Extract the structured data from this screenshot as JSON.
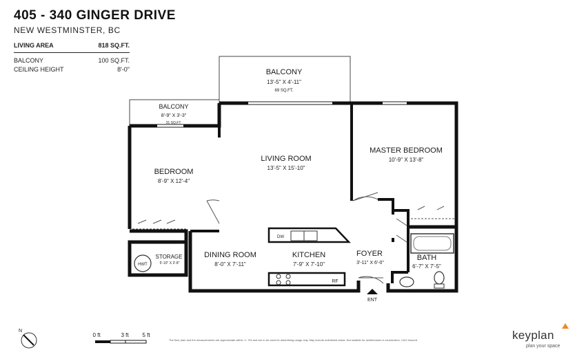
{
  "header": {
    "title": "405 - 340 GINGER DRIVE",
    "subtitle": "NEW WESTMINSTER, BC"
  },
  "areas": {
    "living_label": "LIVING AREA",
    "living_value": "818 SQ.FT.",
    "balcony_label": "BALCONY",
    "balcony_value": "100 SQ.FT.",
    "ceiling_label": "CEILING HEIGHT",
    "ceiling_value": "8'-0\""
  },
  "rooms": {
    "balcony_main": {
      "name": "BALCONY",
      "dims": "13'-5\"  X  4'-11\"",
      "area": "69 SQ.FT."
    },
    "balcony_small": {
      "name": "BALCONY",
      "dims": "8'-9\"  X  3'-3\"",
      "area": "31 SQ.FT."
    },
    "living": {
      "name": "LIVING ROOM",
      "dims": "13'-5\"  X  15'-10\""
    },
    "master": {
      "name": "MASTER BEDROOM",
      "dims": "10'-9\"  X  13'-8\""
    },
    "bedroom": {
      "name": "BEDROOM",
      "dims": "8'-9\"  X  12'-4\""
    },
    "storage": {
      "name": "STORAGE",
      "dims": "5'-10\" X 3'-8\""
    },
    "dining": {
      "name": "DINING ROOM",
      "dims": "8'-0\"  X  7'-11\""
    },
    "kitchen": {
      "name": "KITCHEN",
      "dims": "7'-9\"  X  7'-10\""
    },
    "foyer": {
      "name": "FOYER",
      "dims": "3'-11\" X 6'-0\""
    },
    "bath": {
      "name": "BATH",
      "dims": "6'-7\"  X  7'-5\""
    }
  },
  "fixtures": {
    "hwt": "HWT",
    "dw": "DW",
    "rf": "RF",
    "entry": "ENT"
  },
  "compass": {
    "label": "N"
  },
  "scale": {
    "t0": "0 ft",
    "t3": "3 ft",
    "t5": "5 ft"
  },
  "disclaimer": "The floor plan and the measurements are approximate within +/- 3% and are to be used for advertising usage only. May include unfinished areas. Not suitable for architectural or construction. C&O Insured",
  "logo": {
    "name": "keyplan",
    "tagline": "plan your space",
    "accent": "#f08a24"
  }
}
